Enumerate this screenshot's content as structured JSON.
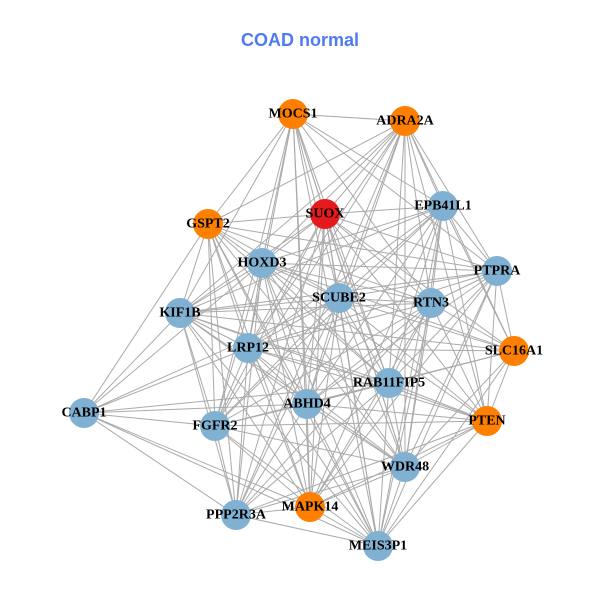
{
  "title": "COAD normal",
  "colors": {
    "up": "#FF7F00",
    "center": "#E41A1C",
    "normal": "#80B1D3",
    "edge": "#AAAAAA"
  },
  "nodes": [
    {
      "id": "MOCS1",
      "group": "up"
    },
    {
      "id": "ADRA2A",
      "group": "up"
    },
    {
      "id": "SUOX",
      "group": "center"
    },
    {
      "id": "EPB41L1",
      "group": "normal"
    },
    {
      "id": "GSPT2",
      "group": "up"
    },
    {
      "id": "HOXD3",
      "group": "normal"
    },
    {
      "id": "PTPRA",
      "group": "normal"
    },
    {
      "id": "SCUBE2",
      "group": "normal"
    },
    {
      "id": "RTN3",
      "group": "normal"
    },
    {
      "id": "KIF1B",
      "group": "normal"
    },
    {
      "id": "LRP12",
      "group": "normal"
    },
    {
      "id": "SLC16A1",
      "group": "up"
    },
    {
      "id": "RAB11FIP5",
      "group": "normal"
    },
    {
      "id": "ABHD4",
      "group": "normal"
    },
    {
      "id": "CABP1",
      "group": "normal"
    },
    {
      "id": "FGFR2",
      "group": "normal"
    },
    {
      "id": "PTEN",
      "group": "up"
    },
    {
      "id": "WDR48",
      "group": "normal"
    },
    {
      "id": "MAPK14",
      "group": "up"
    },
    {
      "id": "PPP2R3A",
      "group": "normal"
    },
    {
      "id": "MEIS3P1",
      "group": "normal"
    }
  ],
  "edges": [
    [
      0,
      1
    ],
    [
      0,
      2
    ],
    [
      0,
      4
    ],
    [
      0,
      5
    ],
    [
      0,
      9
    ],
    [
      0,
      10
    ],
    [
      0,
      7
    ],
    [
      0,
      8
    ],
    [
      0,
      12
    ],
    [
      0,
      13
    ],
    [
      0,
      15
    ],
    [
      0,
      3
    ],
    [
      0,
      6
    ],
    [
      0,
      17
    ],
    [
      0,
      18
    ],
    [
      0,
      20
    ],
    [
      1,
      2
    ],
    [
      1,
      4
    ],
    [
      1,
      5
    ],
    [
      1,
      7
    ],
    [
      1,
      8
    ],
    [
      1,
      10
    ],
    [
      1,
      12
    ],
    [
      1,
      13
    ],
    [
      1,
      9
    ],
    [
      1,
      15
    ],
    [
      1,
      17
    ],
    [
      1,
      6
    ],
    [
      1,
      11
    ],
    [
      1,
      16
    ],
    [
      1,
      3
    ],
    [
      1,
      19
    ],
    [
      2,
      4
    ],
    [
      2,
      5
    ],
    [
      2,
      3
    ],
    [
      2,
      6
    ],
    [
      2,
      7
    ],
    [
      2,
      8
    ],
    [
      2,
      9
    ],
    [
      2,
      10
    ],
    [
      2,
      12
    ],
    [
      2,
      13
    ],
    [
      2,
      15
    ],
    [
      2,
      17
    ],
    [
      2,
      18
    ],
    [
      2,
      19
    ],
    [
      2,
      20
    ],
    [
      2,
      11
    ],
    [
      2,
      16
    ],
    [
      3,
      5
    ],
    [
      3,
      6
    ],
    [
      3,
      7
    ],
    [
      3,
      8
    ],
    [
      3,
      10
    ],
    [
      3,
      11
    ],
    [
      3,
      12
    ],
    [
      3,
      13
    ],
    [
      3,
      15
    ],
    [
      3,
      16
    ],
    [
      3,
      17
    ],
    [
      3,
      18
    ],
    [
      3,
      20
    ],
    [
      3,
      9
    ],
    [
      4,
      5
    ],
    [
      4,
      9
    ],
    [
      4,
      10
    ],
    [
      4,
      7
    ],
    [
      4,
      12
    ],
    [
      4,
      13
    ],
    [
      4,
      14
    ],
    [
      4,
      15
    ],
    [
      4,
      19
    ],
    [
      4,
      18
    ],
    [
      4,
      6
    ],
    [
      4,
      8
    ],
    [
      4,
      17
    ],
    [
      4,
      20
    ],
    [
      5,
      6
    ],
    [
      5,
      7
    ],
    [
      5,
      8
    ],
    [
      5,
      9
    ],
    [
      5,
      10
    ],
    [
      5,
      12
    ],
    [
      5,
      13
    ],
    [
      5,
      14
    ],
    [
      5,
      15
    ],
    [
      5,
      17
    ],
    [
      5,
      18
    ],
    [
      5,
      19
    ],
    [
      5,
      20
    ],
    [
      5,
      11
    ],
    [
      5,
      16
    ],
    [
      6,
      7
    ],
    [
      6,
      8
    ],
    [
      6,
      10
    ],
    [
      6,
      11
    ],
    [
      6,
      12
    ],
    [
      6,
      13
    ],
    [
      6,
      16
    ],
    [
      6,
      17
    ],
    [
      6,
      18
    ],
    [
      6,
      20
    ],
    [
      6,
      9
    ],
    [
      7,
      8
    ],
    [
      7,
      9
    ],
    [
      7,
      10
    ],
    [
      7,
      12
    ],
    [
      7,
      13
    ],
    [
      7,
      14
    ],
    [
      7,
      15
    ],
    [
      7,
      16
    ],
    [
      7,
      17
    ],
    [
      7,
      18
    ],
    [
      7,
      19
    ],
    [
      7,
      20
    ],
    [
      7,
      11
    ],
    [
      8,
      10
    ],
    [
      8,
      11
    ],
    [
      8,
      12
    ],
    [
      8,
      13
    ],
    [
      8,
      15
    ],
    [
      8,
      16
    ],
    [
      8,
      17
    ],
    [
      8,
      18
    ],
    [
      8,
      19
    ],
    [
      8,
      20
    ],
    [
      8,
      9
    ],
    [
      9,
      10
    ],
    [
      9,
      12
    ],
    [
      9,
      13
    ],
    [
      9,
      14
    ],
    [
      9,
      15
    ],
    [
      9,
      16
    ],
    [
      9,
      17
    ],
    [
      9,
      18
    ],
    [
      9,
      19
    ],
    [
      9,
      20
    ],
    [
      9,
      11
    ],
    [
      10,
      12
    ],
    [
      10,
      13
    ],
    [
      10,
      14
    ],
    [
      10,
      15
    ],
    [
      10,
      16
    ],
    [
      10,
      17
    ],
    [
      10,
      18
    ],
    [
      10,
      19
    ],
    [
      10,
      20
    ],
    [
      10,
      11
    ],
    [
      11,
      12
    ],
    [
      11,
      13
    ],
    [
      11,
      16
    ],
    [
      11,
      17
    ],
    [
      11,
      20
    ],
    [
      11,
      15
    ],
    [
      12,
      13
    ],
    [
      12,
      14
    ],
    [
      12,
      15
    ],
    [
      12,
      16
    ],
    [
      12,
      17
    ],
    [
      12,
      18
    ],
    [
      12,
      19
    ],
    [
      12,
      20
    ],
    [
      13,
      14
    ],
    [
      13,
      15
    ],
    [
      13,
      16
    ],
    [
      13,
      17
    ],
    [
      13,
      18
    ],
    [
      13,
      19
    ],
    [
      13,
      20
    ],
    [
      14,
      15
    ],
    [
      14,
      18
    ],
    [
      14,
      19
    ],
    [
      14,
      20
    ],
    [
      15,
      17
    ],
    [
      15,
      18
    ],
    [
      15,
      19
    ],
    [
      15,
      20
    ],
    [
      15,
      16
    ],
    [
      16,
      17
    ],
    [
      16,
      18
    ],
    [
      16,
      20
    ],
    [
      16,
      19
    ],
    [
      17,
      18
    ],
    [
      17,
      19
    ],
    [
      17,
      20
    ],
    [
      18,
      19
    ],
    [
      18,
      20
    ],
    [
      19,
      20
    ]
  ]
}
